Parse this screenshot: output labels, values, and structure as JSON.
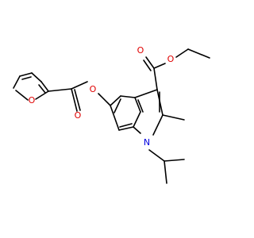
{
  "molecule": {
    "atoms": [
      {
        "id": "O1",
        "symbol": "O",
        "color": "#e00000"
      },
      {
        "id": "O2",
        "symbol": "O",
        "color": "#e00000"
      },
      {
        "id": "O3",
        "symbol": "O",
        "color": "#e00000"
      },
      {
        "id": "O4",
        "symbol": "O",
        "color": "#e00000"
      },
      {
        "id": "O5",
        "symbol": "O",
        "color": "#e00000"
      },
      {
        "id": "N1",
        "symbol": "N",
        "color": "#0000e0"
      }
    ],
    "bond_color": "#000000"
  }
}
